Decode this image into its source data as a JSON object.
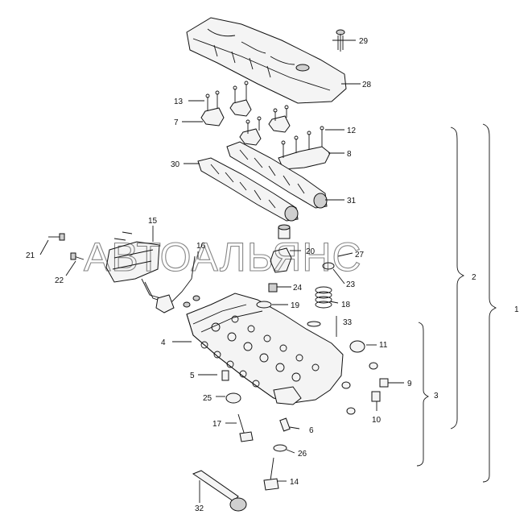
{
  "watermark": "АВТОАЛЬЯНС",
  "callouts": {
    "c1": "1",
    "c2": "2",
    "c3": "3",
    "c4": "4",
    "c5": "5",
    "c6": "6",
    "c7": "7",
    "c8": "8",
    "c9": "9",
    "c10": "10",
    "c11": "11",
    "c12": "12",
    "c13": "13",
    "c14": "14",
    "c15": "15",
    "c16": "16",
    "c17": "17",
    "c18": "18",
    "c19": "19",
    "c20": "20",
    "c21": "21",
    "c22": "22",
    "c23": "23",
    "c24": "24",
    "c25": "25",
    "c26": "26",
    "c27": "27",
    "c28": "28",
    "c29": "29",
    "c30": "30",
    "c31": "31",
    "c32": "32",
    "c33": "33"
  }
}
